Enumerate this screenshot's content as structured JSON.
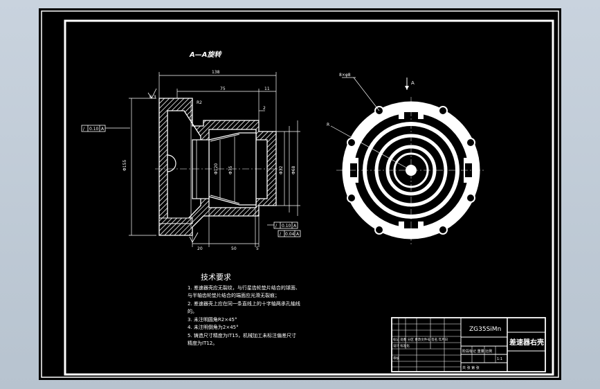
{
  "section_title": "A—A旋转",
  "dimensions": {
    "overall_length": "138",
    "length_75": "75",
    "length_11": "11",
    "small_2": "2",
    "dim_20": "20",
    "dim_50": "50",
    "dim_5": "5",
    "phi_left": "Φ155",
    "phi_120": "Φ120",
    "phi_75": "Φ75",
    "phi_32": "Φ32",
    "phi_68": "Φ68",
    "radius_r2": "R2",
    "bolt_spec": "8×φ8",
    "radius_right": "R",
    "roughness": "6.3",
    "view_arrow": "A"
  },
  "tolerances": {
    "left_tol": "0.10",
    "left_ref": "A",
    "bottom_tol": "0.10",
    "bottom_ref": "A",
    "bottom_tol2": "0.04",
    "bottom_ref2": "A"
  },
  "notes": {
    "heading": "技术要求",
    "lines": [
      "1. 差速器壳应无裂纹，与行星齿轮垫片结合的球面、",
      "与半轴齿轮垫片结合的端面应光滑无裂痕；",
      "2. 差速器壳上应在同一条直线上的十字轴两承孔轴线",
      "的。",
      "3. 未注明圆角R2×45°",
      "4. 未注明倒角为2×45°",
      "5. 铸造尺寸精度为IT15，机械加工未标注偏差尺寸",
      "精度为IT12。"
    ]
  },
  "title_block": {
    "material": "ZG35SiMn",
    "drawing_name": "差速器右壳",
    "row_a": "标记 处数 分区 更改文件号 签名 年月日",
    "row_b": "设计    标准化",
    "row_c": "阶段标记 重量 比例",
    "row_d": "审核",
    "row_e": "共 张  第 张",
    "scale": "1:1"
  }
}
